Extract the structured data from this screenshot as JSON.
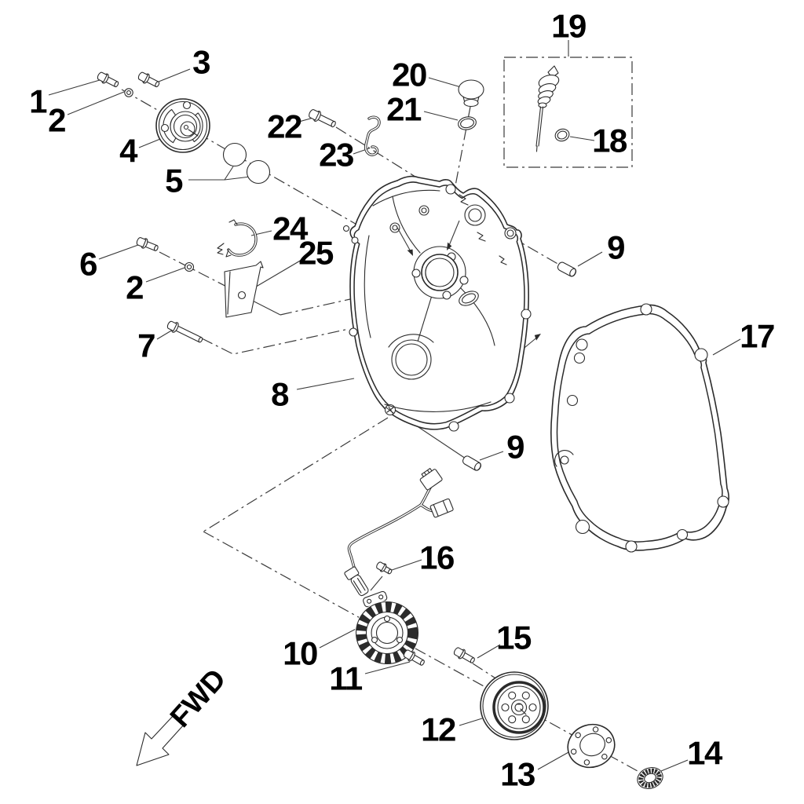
{
  "part_labels": {
    "n1": "1",
    "n2a": "2",
    "n3": "3",
    "n4": "4",
    "n5": "5",
    "n6": "6",
    "n2b": "2",
    "n7": "7",
    "n8": "8",
    "n9a": "9",
    "n9b": "9",
    "n10": "10",
    "n11": "11",
    "n12": "12",
    "n13": "13",
    "n14": "14",
    "n15": "15",
    "n16": "16",
    "n17": "17",
    "n18": "18",
    "n19": "19",
    "n20": "20",
    "n21": "21",
    "n22": "22",
    "n23": "23",
    "n24": "24",
    "n25": "25"
  },
  "direction_marker": {
    "text": "FWD"
  },
  "colors": {
    "background": "#ffffff",
    "line_color": "#2b2b2b",
    "axis_line_color": "#3a3a3a",
    "label_color": "#000000"
  }
}
